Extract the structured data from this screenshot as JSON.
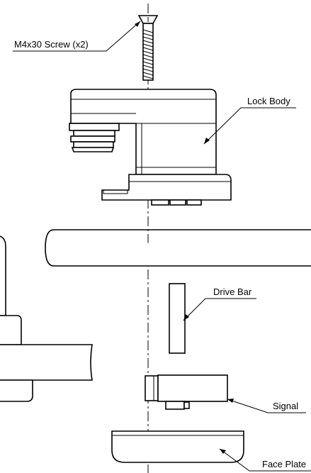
{
  "labels": {
    "screw": "M4x30 Screw (x2)",
    "lock_body": "Lock Body",
    "drive_bar": "Drive Bar",
    "signal": "Signal",
    "face_plate": "Face Plate"
  },
  "colors": {
    "line": "#000000",
    "background": "#ffffff"
  }
}
